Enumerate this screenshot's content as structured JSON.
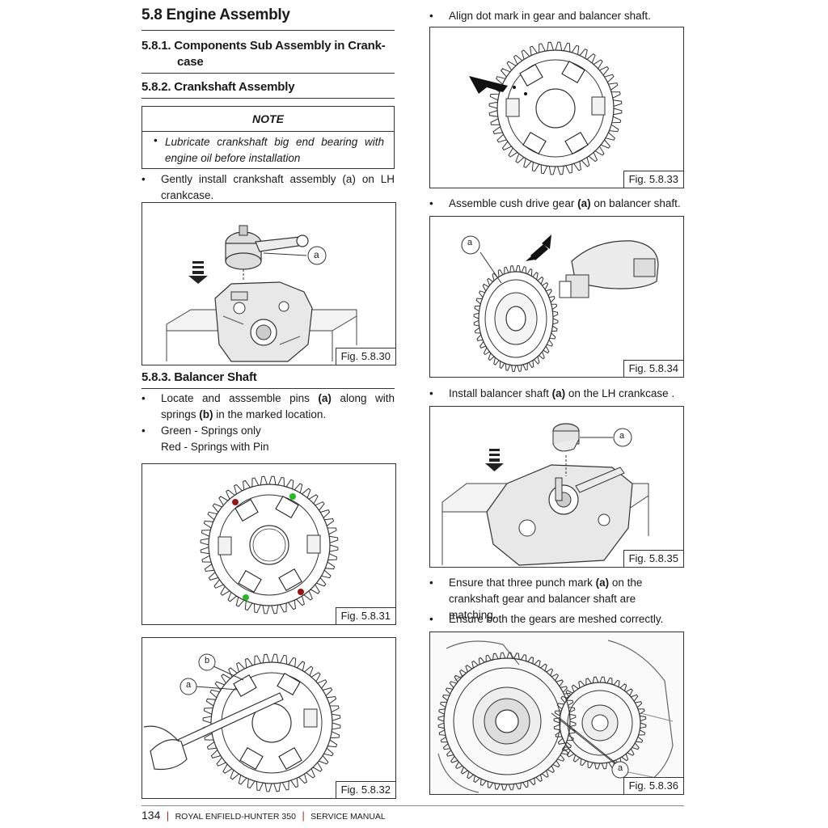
{
  "left": {
    "title": "5.8 Engine Assembly",
    "h1_line1": "5.8.1. Components Sub Assembly in Crank-",
    "h1_line2": "case",
    "h2": "5.8.2. Crankshaft Assembly",
    "note_title": "NOTE",
    "note_bullet": "•",
    "note_text": "Lubricate crankshaft big end bearing with engine oil before installation",
    "b1": "Gently install crankshaft assembly (a) on LH crankcase.",
    "fig30": "Fig. 5.8.30",
    "h3": "5.8.3. Balancer Shaft",
    "b2_pre": "Locate and asssemble pins ",
    "b2_a": "(a)",
    "b2_mid": " along with springs ",
    "b2_b": "(b)",
    "b2_post": " in the marked location.",
    "b3_line1": "Green - Springs only",
    "b3_line2": "Red - Springs with Pin",
    "fig31": "Fig. 5.8.31",
    "fig32": "Fig. 5.8.32"
  },
  "right": {
    "b1": "Align dot mark in gear and balancer shaft.",
    "fig33": "Fig. 5.8.33",
    "b2_pre": "Assemble cush drive gear ",
    "b2_a": "(a)",
    "b2_post": " on balancer shaft.",
    "fig34": "Fig. 5.8.34",
    "b3_pre": "Install balancer shaft ",
    "b3_a": "(a)",
    "b3_post": " on the LH crankcase .",
    "fig35": "Fig. 5.8.35",
    "b4_pre": "Ensure that three punch mark ",
    "b4_a": "(a)",
    "b4_post": " on the crankshaft gear and balancer shaft are matching.",
    "b5": "Ensure both the gears are meshed correctly.",
    "fig36": "Fig. 5.8.36"
  },
  "labels": {
    "a": "a",
    "b": "b"
  },
  "footer": {
    "page": "134",
    "sep": "|",
    "title": "ROYAL ENFIELD-HUNTER 350",
    "manual": "SERVICE MANUAL"
  },
  "colors": {
    "rule": "#333333",
    "red_dot": "#a01010",
    "green_dot": "#22bb22",
    "footer_sep": "#b22222"
  }
}
